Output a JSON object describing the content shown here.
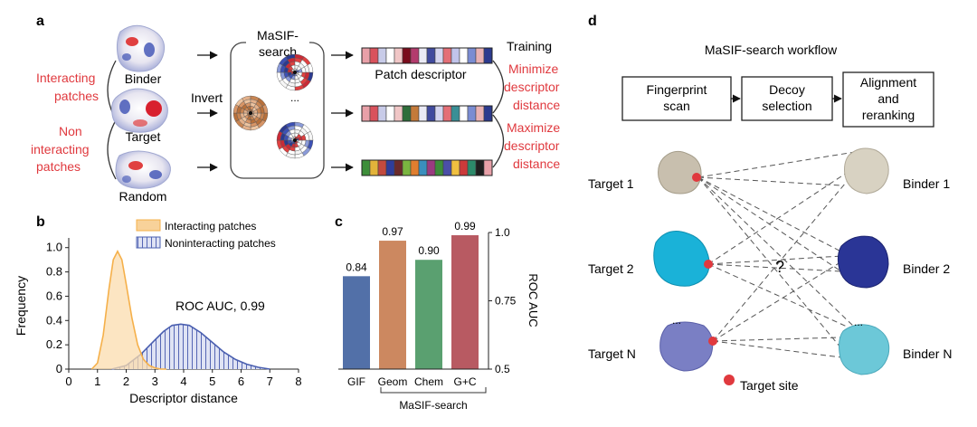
{
  "panel_labels": {
    "a": "a",
    "b": "b",
    "c": "c",
    "d": "d"
  },
  "panel_a": {
    "proteins": [
      "Binder",
      "Target",
      "Random"
    ],
    "interacting_label": [
      "Interacting",
      "patches"
    ],
    "noninteracting_label": [
      "Non",
      "interacting",
      "patches"
    ],
    "invert_label": "Invert",
    "masif_label": [
      "MaSIF-",
      "search"
    ],
    "ellipsis": "...",
    "patch_descriptor_label": "Patch descriptor",
    "training_label": "Training",
    "minimize_label": [
      "Minimize",
      "descriptor",
      "distance"
    ],
    "maximize_label": [
      "Maximize",
      "descriptor",
      "distance"
    ],
    "colors": {
      "red": "#e04040",
      "blue": "#3c50b4",
      "accent": "#e0393e"
    },
    "descriptor_rows": [
      [
        "#e8a0a8",
        "#d9525c",
        "#c8cbe8",
        "#ffffff",
        "#f0c6c6",
        "#7a0c1c",
        "#b33b6d",
        "#eaeaf5",
        "#404a9e",
        "#d5d5f0",
        "#e46f77",
        "#c1c4ea",
        "#ffffff",
        "#7a8cd2",
        "#e9b2b4",
        "#2c3a8e"
      ],
      [
        "#e8a0a8",
        "#d9525c",
        "#c8cbe8",
        "#ffffff",
        "#f0c6c6",
        "#2f6e3b",
        "#c47a3a",
        "#eaeaf5",
        "#404a9e",
        "#d5d5f0",
        "#e46f77",
        "#3a8f96",
        "#ffffff",
        "#7a8cd2",
        "#e9b2b4",
        "#2c3a8e"
      ],
      [
        "#3d8e3a",
        "#e3b33a",
        "#c24a3e",
        "#2f3d9a",
        "#6b2a2a",
        "#7ab540",
        "#e07e2f",
        "#3a8fbd",
        "#9a3b80",
        "#3d8e3a",
        "#4b4fa8",
        "#f0c040",
        "#cc3a3a",
        "#2c8a6a",
        "#1f1f1f",
        "#e8a0a8"
      ]
    ]
  },
  "panel_b": {
    "legend": [
      "Interacting patches",
      "Noninteracting patches"
    ],
    "annotation": "ROC AUC, 0.99",
    "xlabel": "Descriptor distance",
    "ylabel": "Frequency"
  },
  "panel_c": {
    "sublabel": "MaSIF-search",
    "ylabel": "ROC AUC"
  },
  "panel_d": {
    "title": "MaSIF-search workflow",
    "steps": [
      [
        "Fingerprint",
        "scan"
      ],
      [
        "Decoy",
        "selection"
      ],
      [
        "Alignment",
        "and",
        "reranking"
      ]
    ],
    "targets": [
      "Target 1",
      "Target 2",
      "Target N"
    ],
    "binders": [
      "Binder 1",
      "Binder 2",
      "Binder N"
    ],
    "question": "?",
    "ellipsis": "...",
    "site_label": "Target site",
    "colors": {
      "target1": "#c8bfae",
      "target2": "#1ab2d8",
      "targetN": "#7a7fc4",
      "binder1": "#d8d2c2",
      "binder2": "#2a3596",
      "binderN": "#6cc8d8",
      "site": "#e0393e"
    }
  },
  "chart_data": [
    {
      "type": "area",
      "x_ticks": [
        0,
        1,
        2,
        3,
        4,
        5,
        6,
        7,
        8
      ],
      "y_ticks": [
        0,
        0.2,
        0.4,
        0.6,
        0.8,
        1.0
      ],
      "y_tick_labels": [
        "0",
        "0.2",
        "0.4",
        "0.6",
        "0.8",
        "1.0"
      ],
      "xlim": [
        0,
        8
      ],
      "ylim": [
        0,
        1.05
      ],
      "xlabel": "Descriptor distance",
      "ylabel": "Frequency",
      "series": [
        {
          "name": "Interacting patches",
          "color": "#f5b04a",
          "x": [
            0.8,
            1.0,
            1.2,
            1.4,
            1.55,
            1.7,
            1.85,
            2.0,
            2.2,
            2.4,
            2.6,
            2.8,
            3.0,
            3.2,
            3.4
          ],
          "y": [
            0.0,
            0.05,
            0.28,
            0.66,
            0.9,
            0.97,
            0.9,
            0.7,
            0.42,
            0.2,
            0.08,
            0.03,
            0.01,
            0.0,
            0.0
          ]
        },
        {
          "name": "Noninteracting patches",
          "color": "#4a5fb0",
          "x": [
            1.5,
            2.0,
            2.5,
            3.0,
            3.3,
            3.6,
            3.9,
            4.2,
            4.6,
            5.0,
            5.4,
            5.8,
            6.2,
            6.6,
            7.0
          ],
          "y": [
            0.0,
            0.03,
            0.12,
            0.24,
            0.31,
            0.36,
            0.37,
            0.36,
            0.3,
            0.22,
            0.14,
            0.08,
            0.04,
            0.015,
            0.0
          ]
        }
      ],
      "annotations": [
        "ROC AUC, 0.99"
      ]
    },
    {
      "type": "bar",
      "categories": [
        "GIF",
        "Geom",
        "Chem",
        "G+C"
      ],
      "values": [
        0.84,
        0.97,
        0.9,
        0.99
      ],
      "value_labels": [
        "0.84",
        "0.97",
        "0.90",
        "0.99"
      ],
      "colors": [
        "#5270a8",
        "#cc8860",
        "#5aa070",
        "#b85a62"
      ],
      "ylim": [
        0.5,
        1.0
      ],
      "y_ticks": [
        0.5,
        0.75,
        1.0
      ],
      "y_tick_labels": [
        "0.5",
        "0.75",
        "1.0"
      ],
      "ylabel": "ROC AUC"
    }
  ]
}
